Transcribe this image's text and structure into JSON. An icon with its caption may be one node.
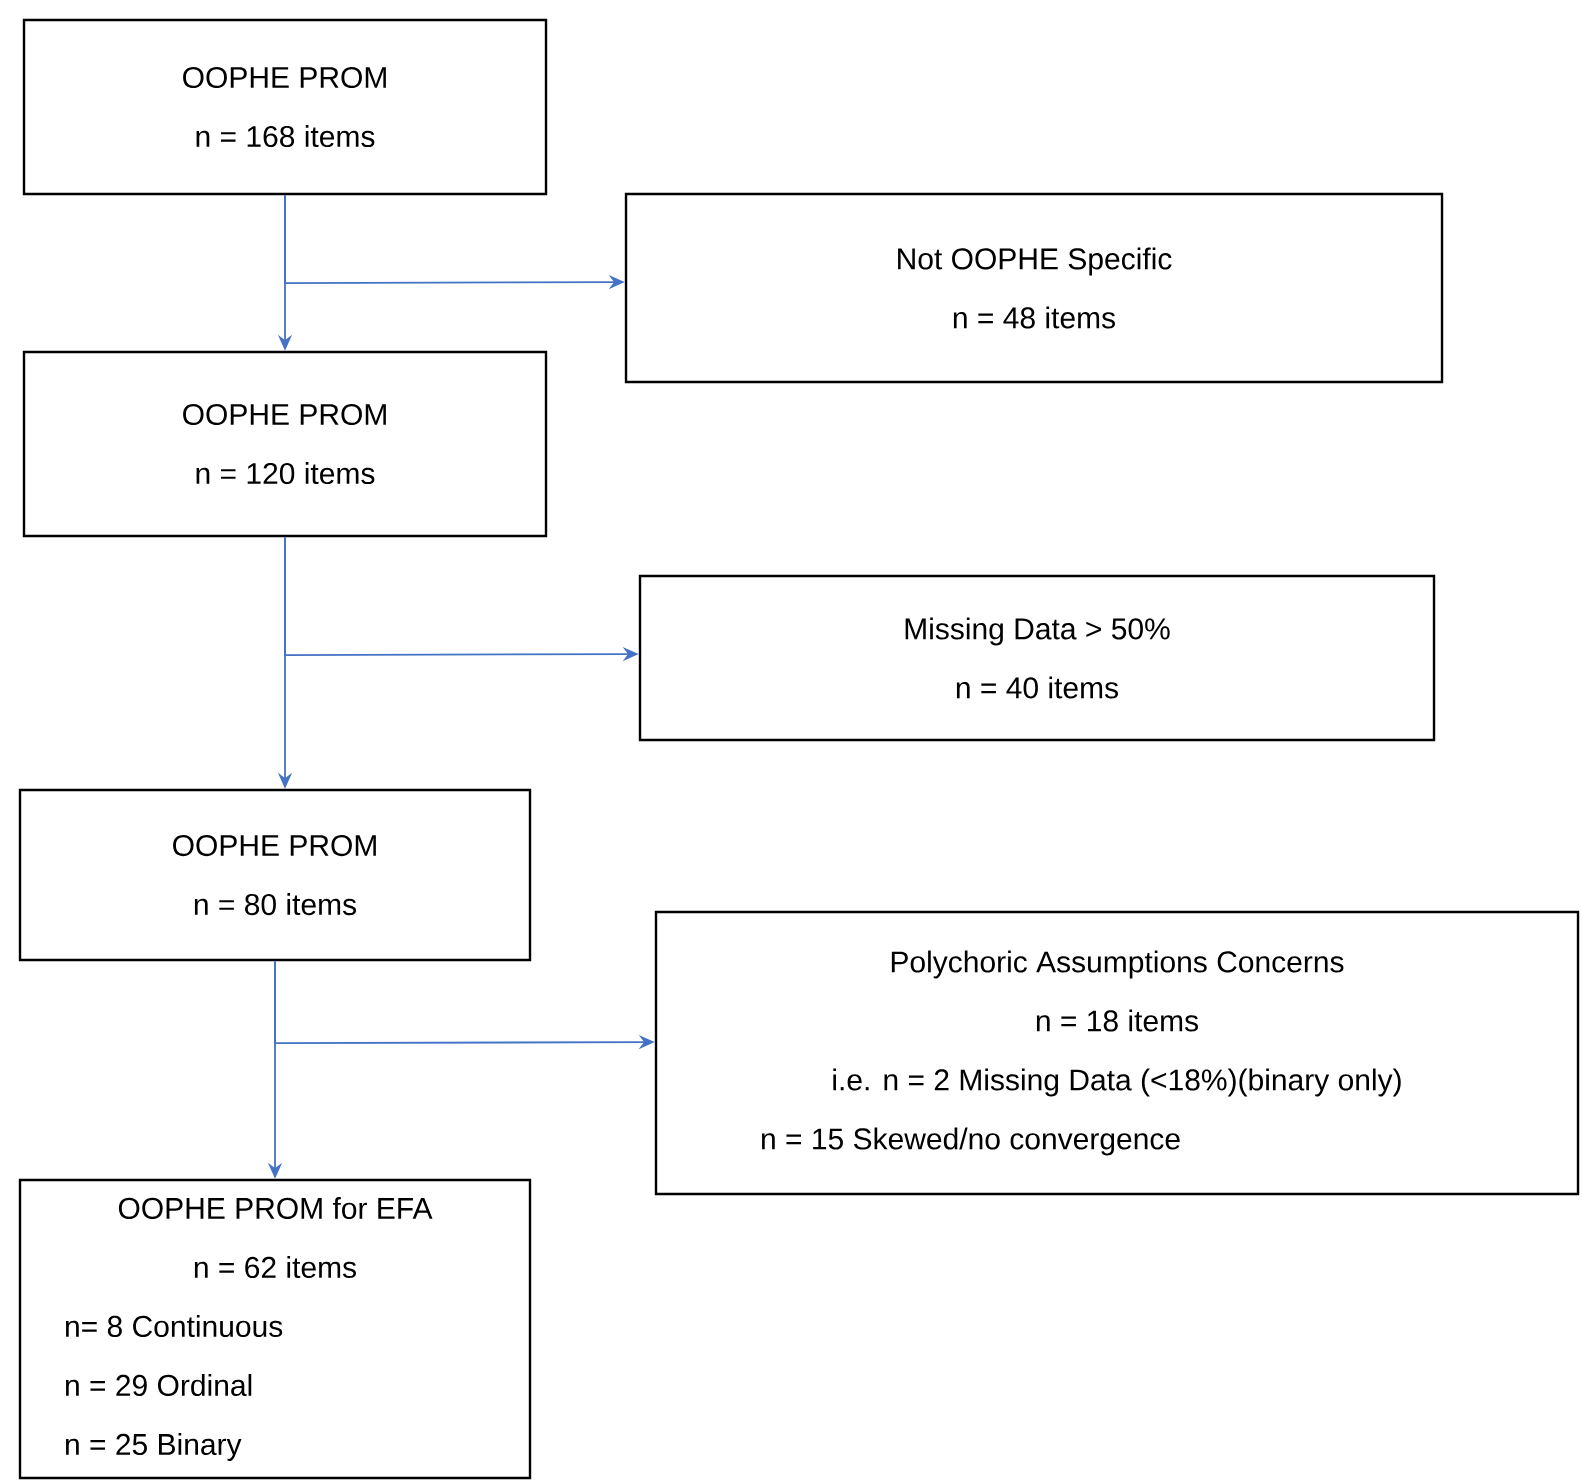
{
  "diagram": {
    "nodes": [
      {
        "text": [
          "OOPHE PROM",
          "n = 168 items"
        ]
      },
      {
        "text": [
          "Not OOPHE Specific",
          "n = 48 items"
        ]
      },
      {
        "text": [
          "OOPHE PROM",
          "n = 120 items"
        ]
      },
      {
        "text": [
          "Missing Data > 50%",
          "n = 40 items"
        ]
      },
      {
        "text": [
          "OOPHE PROM",
          "n = 80 items"
        ]
      },
      {
        "text": [
          "Polychoric Assumptions Concerns",
          "n = 18 items",
          "i.e. n = 2 Missing Data (<18%)(binary only)",
          "n = 15 Skewed/no convergence"
        ]
      },
      {
        "text": [
          "OOPHE PROM for EFA",
          "n = 62 items",
          "n= 8 Continuous",
          "n = 29 Ordinal",
          "n = 25 Binary"
        ]
      }
    ],
    "edges": [
      {
        "from": 0,
        "to": 2,
        "arrow": "to"
      },
      {
        "from": 0,
        "to": 1,
        "arrow": "to"
      },
      {
        "from": 2,
        "to": 4,
        "arrow": "to"
      },
      {
        "from": 2,
        "to": 3,
        "arrow": "to"
      },
      {
        "from": 4,
        "to": 6,
        "arrow": "to"
      },
      {
        "from": 4,
        "to": 5,
        "arrow": "to"
      }
    ]
  }
}
